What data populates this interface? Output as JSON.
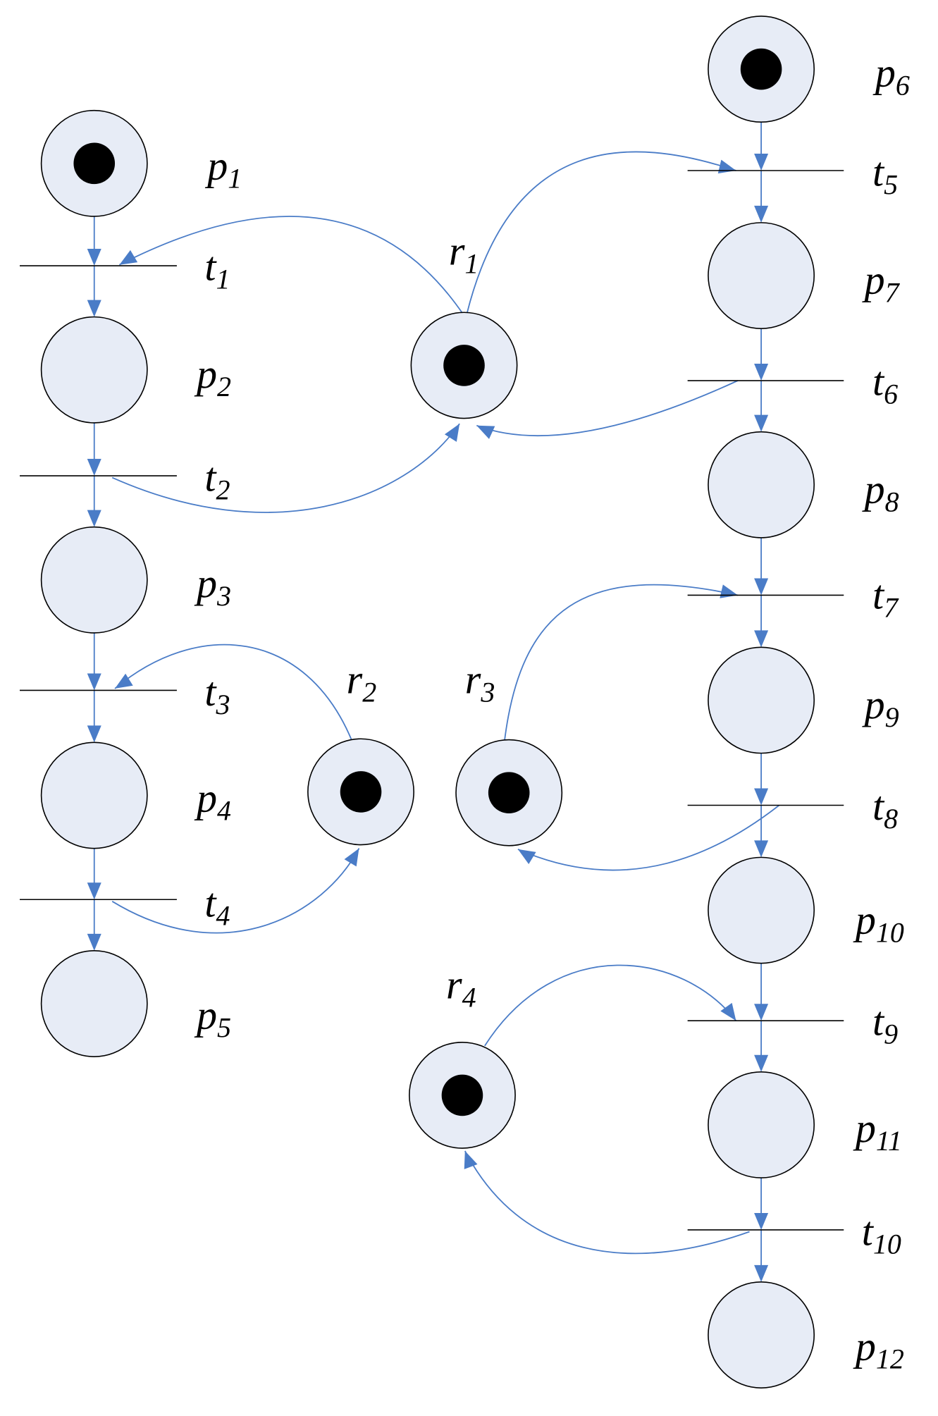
{
  "diagram": {
    "type": "petri-net",
    "colors": {
      "place_fill": "#e7ecf6",
      "arc": "#4a7cc7",
      "token": "#000000"
    },
    "places": [
      {
        "id": "p1",
        "name": "p",
        "sub": "1",
        "tokens": 1
      },
      {
        "id": "p2",
        "name": "p",
        "sub": "2",
        "tokens": 0
      },
      {
        "id": "p3",
        "name": "p",
        "sub": "3",
        "tokens": 0
      },
      {
        "id": "p4",
        "name": "p",
        "sub": "4",
        "tokens": 0
      },
      {
        "id": "p5",
        "name": "p",
        "sub": "5",
        "tokens": 0
      },
      {
        "id": "p6",
        "name": "p",
        "sub": "6",
        "tokens": 1
      },
      {
        "id": "p7",
        "name": "p",
        "sub": "7",
        "tokens": 0
      },
      {
        "id": "p8",
        "name": "p",
        "sub": "8",
        "tokens": 0
      },
      {
        "id": "p9",
        "name": "p",
        "sub": "9",
        "tokens": 0
      },
      {
        "id": "p10",
        "name": "p",
        "sub": "10",
        "tokens": 0
      },
      {
        "id": "p11",
        "name": "p",
        "sub": "11",
        "tokens": 0
      },
      {
        "id": "p12",
        "name": "p",
        "sub": "12",
        "tokens": 0
      }
    ],
    "resources": [
      {
        "id": "r1",
        "name": "r",
        "sub": "1",
        "tokens": 1
      },
      {
        "id": "r2",
        "name": "r",
        "sub": "2",
        "tokens": 1
      },
      {
        "id": "r3",
        "name": "r",
        "sub": "3",
        "tokens": 1
      },
      {
        "id": "r4",
        "name": "r",
        "sub": "4",
        "tokens": 1
      }
    ],
    "transitions": [
      {
        "id": "t1",
        "name": "t",
        "sub": "1"
      },
      {
        "id": "t2",
        "name": "t",
        "sub": "2"
      },
      {
        "id": "t3",
        "name": "t",
        "sub": "3"
      },
      {
        "id": "t4",
        "name": "t",
        "sub": "4"
      },
      {
        "id": "t5",
        "name": "t",
        "sub": "5"
      },
      {
        "id": "t6",
        "name": "t",
        "sub": "6"
      },
      {
        "id": "t7",
        "name": "t",
        "sub": "7"
      },
      {
        "id": "t8",
        "name": "t",
        "sub": "8"
      },
      {
        "id": "t9",
        "name": "t",
        "sub": "9"
      },
      {
        "id": "t10",
        "name": "t",
        "sub": "10"
      }
    ],
    "arcs": [
      {
        "from": "p1",
        "to": "t1"
      },
      {
        "from": "t1",
        "to": "p2"
      },
      {
        "from": "p2",
        "to": "t2"
      },
      {
        "from": "t2",
        "to": "p3"
      },
      {
        "from": "p3",
        "to": "t3"
      },
      {
        "from": "t3",
        "to": "p4"
      },
      {
        "from": "p4",
        "to": "t4"
      },
      {
        "from": "t4",
        "to": "p5"
      },
      {
        "from": "p6",
        "to": "t5"
      },
      {
        "from": "t5",
        "to": "p7"
      },
      {
        "from": "p7",
        "to": "t6"
      },
      {
        "from": "t6",
        "to": "p8"
      },
      {
        "from": "p8",
        "to": "t7"
      },
      {
        "from": "t7",
        "to": "p9"
      },
      {
        "from": "p9",
        "to": "t8"
      },
      {
        "from": "t8",
        "to": "p10"
      },
      {
        "from": "p10",
        "to": "t9"
      },
      {
        "from": "t9",
        "to": "p11"
      },
      {
        "from": "p11",
        "to": "t10"
      },
      {
        "from": "t10",
        "to": "p12"
      },
      {
        "from": "r1",
        "to": "t1"
      },
      {
        "from": "r1",
        "to": "t5"
      },
      {
        "from": "t2",
        "to": "r1"
      },
      {
        "from": "t6",
        "to": "r1"
      },
      {
        "from": "r2",
        "to": "t3"
      },
      {
        "from": "t4",
        "to": "r2"
      },
      {
        "from": "r3",
        "to": "t7"
      },
      {
        "from": "t8",
        "to": "r3"
      },
      {
        "from": "r4",
        "to": "t9"
      },
      {
        "from": "t10",
        "to": "r4"
      }
    ]
  }
}
